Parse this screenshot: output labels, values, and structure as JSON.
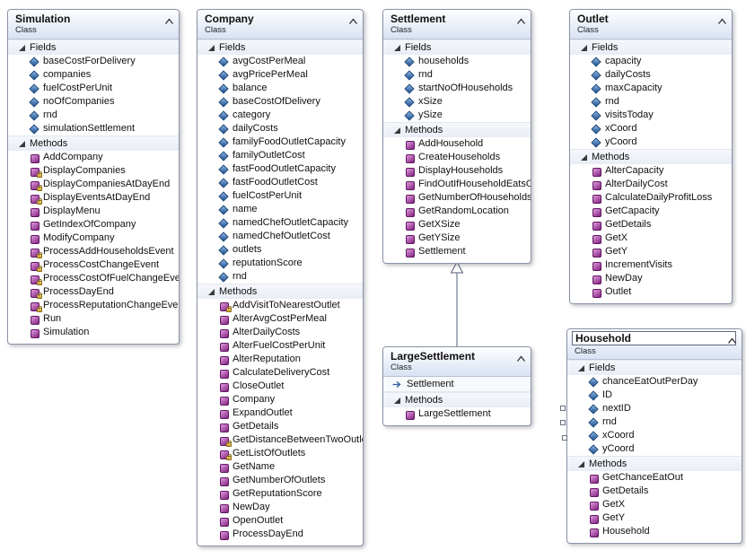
{
  "diagram": {
    "colors": {
      "header_gradient_top": "#fefefe",
      "header_gradient_bottom": "#d9e2f3",
      "box_border": "#8a93a6",
      "field_icon_color": "#1d4f91",
      "method_icon_color": "#8b2e8b",
      "lock_icon_color": "#caa12e"
    },
    "icons": {
      "field": "field-diamond-icon",
      "method": "method-cube-icon",
      "collapse": "chevron-up-icon",
      "expander": "triangle-expander-icon",
      "base": "arrow-right-icon",
      "private": "padlock-icon"
    },
    "classes": [
      {
        "id": "simulation",
        "name": "Simulation",
        "kind": "Class",
        "sections": [
          {
            "label": "Fields",
            "members": [
              {
                "label": "baseCostForDelivery",
                "icon": "field"
              },
              {
                "label": "companies",
                "icon": "field"
              },
              {
                "label": "fuelCostPerUnit",
                "icon": "field"
              },
              {
                "label": "noOfCompanies",
                "icon": "field"
              },
              {
                "label": "rnd",
                "icon": "field"
              },
              {
                "label": "simulationSettlement",
                "icon": "field"
              }
            ]
          },
          {
            "label": "Methods",
            "members": [
              {
                "label": "AddCompany",
                "icon": "method"
              },
              {
                "label": "DisplayCompanies",
                "icon": "method",
                "private": true
              },
              {
                "label": "DisplayCompaniesAtDayEnd",
                "icon": "method",
                "private": true
              },
              {
                "label": "DisplayEventsAtDayEnd",
                "icon": "method",
                "private": true
              },
              {
                "label": "DisplayMenu",
                "icon": "method"
              },
              {
                "label": "GetIndexOfCompany",
                "icon": "method"
              },
              {
                "label": "ModifyCompany",
                "icon": "method"
              },
              {
                "label": "ProcessAddHouseholdsEvent",
                "icon": "method",
                "private": true
              },
              {
                "label": "ProcessCostChangeEvent",
                "icon": "method",
                "private": true
              },
              {
                "label": "ProcessCostOfFuelChangeEvent",
                "icon": "method",
                "private": true
              },
              {
                "label": "ProcessDayEnd",
                "icon": "method",
                "private": true
              },
              {
                "label": "ProcessReputationChangeEvent",
                "icon": "method",
                "private": true
              },
              {
                "label": "Run",
                "icon": "method"
              },
              {
                "label": "Simulation",
                "icon": "method"
              }
            ]
          }
        ]
      },
      {
        "id": "company",
        "name": "Company",
        "kind": "Class",
        "sections": [
          {
            "label": "Fields",
            "members": [
              {
                "label": "avgCostPerMeal",
                "icon": "field"
              },
              {
                "label": "avgPricePerMeal",
                "icon": "field"
              },
              {
                "label": "balance",
                "icon": "field"
              },
              {
                "label": "baseCostOfDelivery",
                "icon": "field"
              },
              {
                "label": "category",
                "icon": "field"
              },
              {
                "label": "dailyCosts",
                "icon": "field"
              },
              {
                "label": "familyFoodOutletCapacity",
                "icon": "field"
              },
              {
                "label": "familyOutletCost",
                "icon": "field"
              },
              {
                "label": "fastFoodOutletCapacity",
                "icon": "field"
              },
              {
                "label": "fastFoodOutletCost",
                "icon": "field"
              },
              {
                "label": "fuelCostPerUnit",
                "icon": "field"
              },
              {
                "label": "name",
                "icon": "field"
              },
              {
                "label": "namedChefOutletCapacity",
                "icon": "field"
              },
              {
                "label": "namedChefOutletCost",
                "icon": "field"
              },
              {
                "label": "outlets",
                "icon": "field"
              },
              {
                "label": "reputationScore",
                "icon": "field"
              },
              {
                "label": "rnd",
                "icon": "field"
              }
            ]
          },
          {
            "label": "Methods",
            "members": [
              {
                "label": "AddVisitToNearestOutlet",
                "icon": "method",
                "private": true
              },
              {
                "label": "AlterAvgCostPerMeal",
                "icon": "method"
              },
              {
                "label": "AlterDailyCosts",
                "icon": "method"
              },
              {
                "label": "AlterFuelCostPerUnit",
                "icon": "method"
              },
              {
                "label": "AlterReputation",
                "icon": "method"
              },
              {
                "label": "CalculateDeliveryCost",
                "icon": "method"
              },
              {
                "label": "CloseOutlet",
                "icon": "method"
              },
              {
                "label": "Company",
                "icon": "method"
              },
              {
                "label": "ExpandOutlet",
                "icon": "method"
              },
              {
                "label": "GetDetails",
                "icon": "method"
              },
              {
                "label": "GetDistanceBetweenTwoOutlets",
                "icon": "method",
                "private": true
              },
              {
                "label": "GetListOfOutlets",
                "icon": "method",
                "private": true
              },
              {
                "label": "GetName",
                "icon": "method"
              },
              {
                "label": "GetNumberOfOutlets",
                "icon": "method"
              },
              {
                "label": "GetReputationScore",
                "icon": "method"
              },
              {
                "label": "NewDay",
                "icon": "method"
              },
              {
                "label": "OpenOutlet",
                "icon": "method"
              },
              {
                "label": "ProcessDayEnd",
                "icon": "method"
              }
            ]
          }
        ]
      },
      {
        "id": "settlement",
        "name": "Settlement",
        "kind": "Class",
        "sections": [
          {
            "label": "Fields",
            "members": [
              {
                "label": "households",
                "icon": "field"
              },
              {
                "label": "rnd",
                "icon": "field"
              },
              {
                "label": "startNoOfHouseholds",
                "icon": "field"
              },
              {
                "label": "xSize",
                "icon": "field"
              },
              {
                "label": "ySize",
                "icon": "field"
              }
            ]
          },
          {
            "label": "Methods",
            "members": [
              {
                "label": "AddHousehold",
                "icon": "method"
              },
              {
                "label": "CreateHouseholds",
                "icon": "method"
              },
              {
                "label": "DisplayHouseholds",
                "icon": "method"
              },
              {
                "label": "FindOutIfHouseholdEatsOut",
                "icon": "method"
              },
              {
                "label": "GetNumberOfHouseholds",
                "icon": "method"
              },
              {
                "label": "GetRandomLocation",
                "icon": "method"
              },
              {
                "label": "GetXSize",
                "icon": "method"
              },
              {
                "label": "GetYSize",
                "icon": "method"
              },
              {
                "label": "Settlement",
                "icon": "method"
              }
            ]
          }
        ]
      },
      {
        "id": "outlet",
        "name": "Outlet",
        "kind": "Class",
        "sections": [
          {
            "label": "Fields",
            "members": [
              {
                "label": "capacity",
                "icon": "field"
              },
              {
                "label": "dailyCosts",
                "icon": "field"
              },
              {
                "label": "maxCapacity",
                "icon": "field"
              },
              {
                "label": "rnd",
                "icon": "field"
              },
              {
                "label": "visitsToday",
                "icon": "field"
              },
              {
                "label": "xCoord",
                "icon": "field"
              },
              {
                "label": "yCoord",
                "icon": "field"
              }
            ]
          },
          {
            "label": "Methods",
            "members": [
              {
                "label": "AlterCapacity",
                "icon": "method"
              },
              {
                "label": "AlterDailyCost",
                "icon": "method"
              },
              {
                "label": "CalculateDailyProfitLoss",
                "icon": "method"
              },
              {
                "label": "GetCapacity",
                "icon": "method"
              },
              {
                "label": "GetDetails",
                "icon": "method"
              },
              {
                "label": "GetX",
                "icon": "method"
              },
              {
                "label": "GetY",
                "icon": "method"
              },
              {
                "label": "IncrementVisits",
                "icon": "method"
              },
              {
                "label": "NewDay",
                "icon": "method"
              },
              {
                "label": "Outlet",
                "icon": "method"
              }
            ]
          }
        ]
      },
      {
        "id": "largesettlement",
        "name": "LargeSettlement",
        "kind": "Class",
        "base": "Settlement",
        "sections": [
          {
            "label": "Methods",
            "members": [
              {
                "label": "LargeSettlement",
                "icon": "method"
              }
            ]
          }
        ]
      },
      {
        "id": "household",
        "name": "Household",
        "kind": "Class",
        "selected": true,
        "sections": [
          {
            "label": "Fields",
            "members": [
              {
                "label": "chanceEatOutPerDay",
                "icon": "field"
              },
              {
                "label": "ID",
                "icon": "field"
              },
              {
                "label": "nextID",
                "icon": "field"
              },
              {
                "label": "rnd",
                "icon": "field"
              },
              {
                "label": "xCoord",
                "icon": "field"
              },
              {
                "label": "yCoord",
                "icon": "field"
              }
            ]
          },
          {
            "label": "Methods",
            "members": [
              {
                "label": "GetChanceEatOut",
                "icon": "method"
              },
              {
                "label": "GetDetails",
                "icon": "method"
              },
              {
                "label": "GetX",
                "icon": "method"
              },
              {
                "label": "GetY",
                "icon": "method"
              },
              {
                "label": "Household",
                "icon": "method"
              }
            ]
          }
        ]
      }
    ]
  }
}
